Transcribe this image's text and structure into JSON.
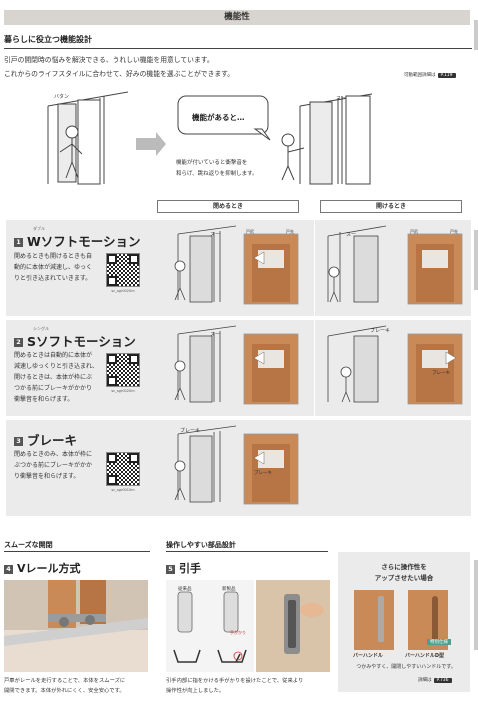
{
  "header": {
    "title": "機能性"
  },
  "intro": {
    "heading": "暮らしに役立つ機能設計",
    "line1": "引戸の開閉時の悩みを解決できる、うれしい機能を用意しています。",
    "line2": "これからのライフスタイルに合わせて、好みの機能を選ぶことができます。",
    "ref_label": "可動範囲詳細は",
    "ref_page": "P.119"
  },
  "illustration": {
    "bubble_text": "機能があると…",
    "caption_line1": "機能が付いていると衝撃音を",
    "caption_line2": "和らげ、跳ね返りを抑制します。",
    "sound_left": "バタン",
    "sound_right": "スー"
  },
  "columns": {
    "closing": "閉めるとき",
    "opening": "開けるとき"
  },
  "features": [
    {
      "num": "1",
      "ruby": "ダブル",
      "title": "Wソフトモーション",
      "desc": [
        "開めるときも開けるときも自",
        "動的に本体が減速し、ゆっく",
        "りと引き込まれていきます。"
      ],
      "qr_caption": "sc_sgr0020m",
      "sound": "スー",
      "sound2": "スー"
    },
    {
      "num": "2",
      "ruby": "シングル",
      "title": "Sソフトモーション",
      "desc": [
        "閉めるときは自動的に本体が",
        "減速しゆっくりと引き込まれ、",
        "開けるときは、本体が枠にぶ",
        "つかる前にブレーキがかかり",
        "衝撃音を和らげます。"
      ],
      "qr_caption": "sc_sgr0020m",
      "sound": "スー",
      "sound2": "ブレーキ"
    },
    {
      "num": "3",
      "ruby": "",
      "title": "ブレーキ",
      "desc": [
        "閉めるときのみ、本体が枠に",
        "ぶつかる前にブレーキがかか",
        "り衝撃音を和らげます。"
      ],
      "qr_caption": "sc_sgr0010m",
      "sound": "ブレーキ",
      "sound2": ""
    }
  ],
  "photo_labels": {
    "frame": "戸尻",
    "frame2": "戸先",
    "brake": "ブレーキ"
  },
  "rail": {
    "section": "スムーズな開閉",
    "num": "4",
    "title": "Vレール方式",
    "desc1": "戸車がレールを走行することで、本体をスムーズに",
    "desc2": "開閉できます。本体が外れにくく、安全安心です。"
  },
  "handle": {
    "section": "操作しやすい部品設計",
    "num": "5",
    "title": "引手",
    "old_label": "従来品",
    "new_label": "新製品",
    "finger_label": "手がかり",
    "desc1": "引手内部に指をかける手がかりを設けたことで、従来より",
    "desc2": "操作性が向上しました。"
  },
  "option": {
    "title1": "さらに操作性を",
    "title2": "アップさせたい場合",
    "label1": "バーハンドル",
    "label2": "バーハンドルD型",
    "tag": "特別仕様",
    "desc": "つかみやすく、開閉しやすいハンドルです。",
    "ref_label": "詳細は",
    "ref_page": "P.736"
  },
  "colors": {
    "panel_bg": "#ebebeb",
    "banner_bg": "#d8d4cf",
    "wood": "#b87a4b",
    "tag": "#4aa08a"
  }
}
